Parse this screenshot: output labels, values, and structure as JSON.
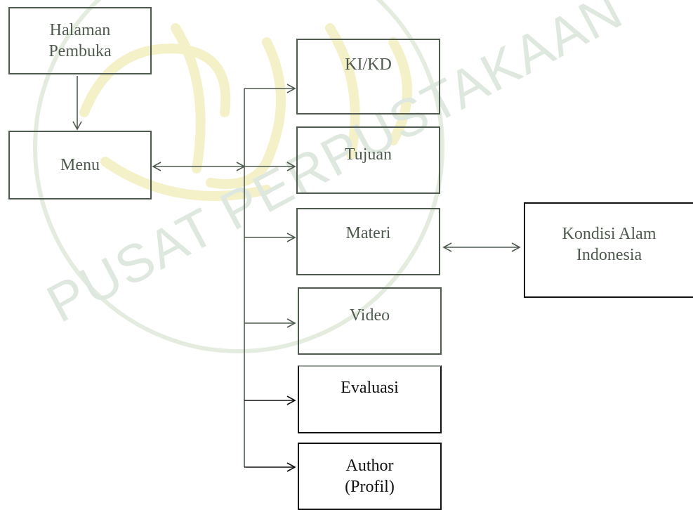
{
  "watermark": {
    "text": "PUSAT PERPUSTAKAAN",
    "color": "#dfe8df",
    "seal_color": "#f4f1c9"
  },
  "nodes": {
    "halaman_pembuka": {
      "line1": "Halaman",
      "line2": "Pembuka"
    },
    "menu": {
      "label": "Menu"
    },
    "ki_kd": {
      "label": "KI/KD"
    },
    "tujuan": {
      "label": "Tujuan"
    },
    "materi": {
      "label": "Materi"
    },
    "kondisi": {
      "line1": "Kondisi Alam",
      "line2": "Indonesia"
    },
    "video": {
      "label": "Video"
    },
    "evaluasi": {
      "label": "Evaluasi"
    },
    "author": {
      "line1": "Author",
      "line2": "(Profil)"
    }
  },
  "colors": {
    "line_gray": "#4f5a4f",
    "line_black": "#111111"
  }
}
